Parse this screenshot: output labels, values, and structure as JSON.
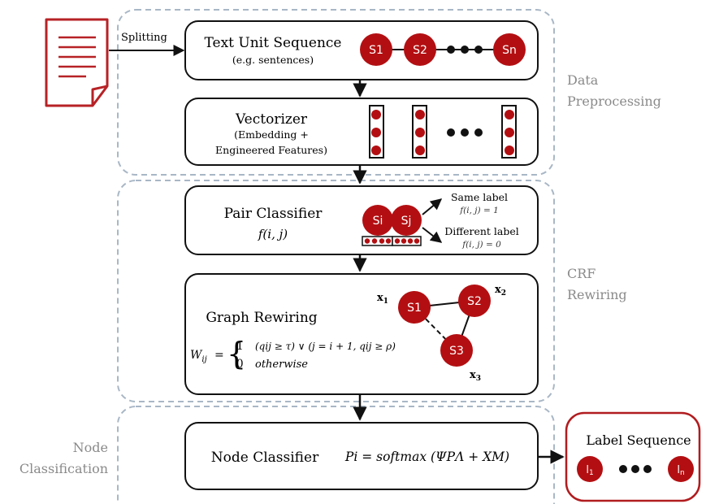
{
  "document": {
    "splitting_label": "Splitting",
    "stages": {
      "text_unit": {
        "title": "Text Unit Sequence",
        "subtitle": "(e.g. sentences)",
        "nodes": [
          "S1",
          "S2",
          "Sn"
        ]
      },
      "vectorizer": {
        "title": "Vectorizer",
        "subtitle_line1": "(Embedding +",
        "subtitle_line2": "Engineered Features)"
      },
      "pair_classifier": {
        "title": "Pair Classifier",
        "formula": "f(i, j)",
        "node_i": "Si",
        "node_j": "Sj",
        "same_label": "Same label",
        "same_formula": "f(i, j) = 1",
        "diff_label": "Different label",
        "diff_formula": "f(i, j) = 0"
      },
      "graph_rewiring": {
        "title": "Graph Rewiring",
        "w_lhs": "W",
        "w_sub": "ij",
        "w_eq": "=",
        "case1_value": "1",
        "case1_cond": "(q",
        "case1_cond_full": "(qij ≥ τ) ∨ (j = i + 1, qij ≥ ρ)",
        "case2_value": "0",
        "case2_cond": "otherwise",
        "nodes": [
          "S1",
          "S2",
          "S3"
        ],
        "x_labels": [
          "x",
          "x",
          "x"
        ],
        "x_subs": [
          "1",
          "2",
          "3"
        ]
      },
      "node_classifier": {
        "title": "Node Classifier",
        "formula": "Pi = softmax (ΨPΛ + XM)"
      }
    },
    "groups": {
      "data_preprocessing": [
        "Data",
        "Preprocessing"
      ],
      "crf_rewiring": [
        "CRF",
        "Rewiring"
      ],
      "node_classification": [
        "Node",
        "Classification"
      ]
    },
    "output": {
      "title": "Label Sequence",
      "nodes": [
        "l",
        "l"
      ],
      "node_subs": [
        "1",
        "n"
      ]
    }
  },
  "colors": {
    "node_red": "#b30f12",
    "group_border": "#a9b7c6",
    "group_text": "#8a8a8a",
    "output_border": "#b11c1f",
    "doc_red": "#b72226"
  }
}
